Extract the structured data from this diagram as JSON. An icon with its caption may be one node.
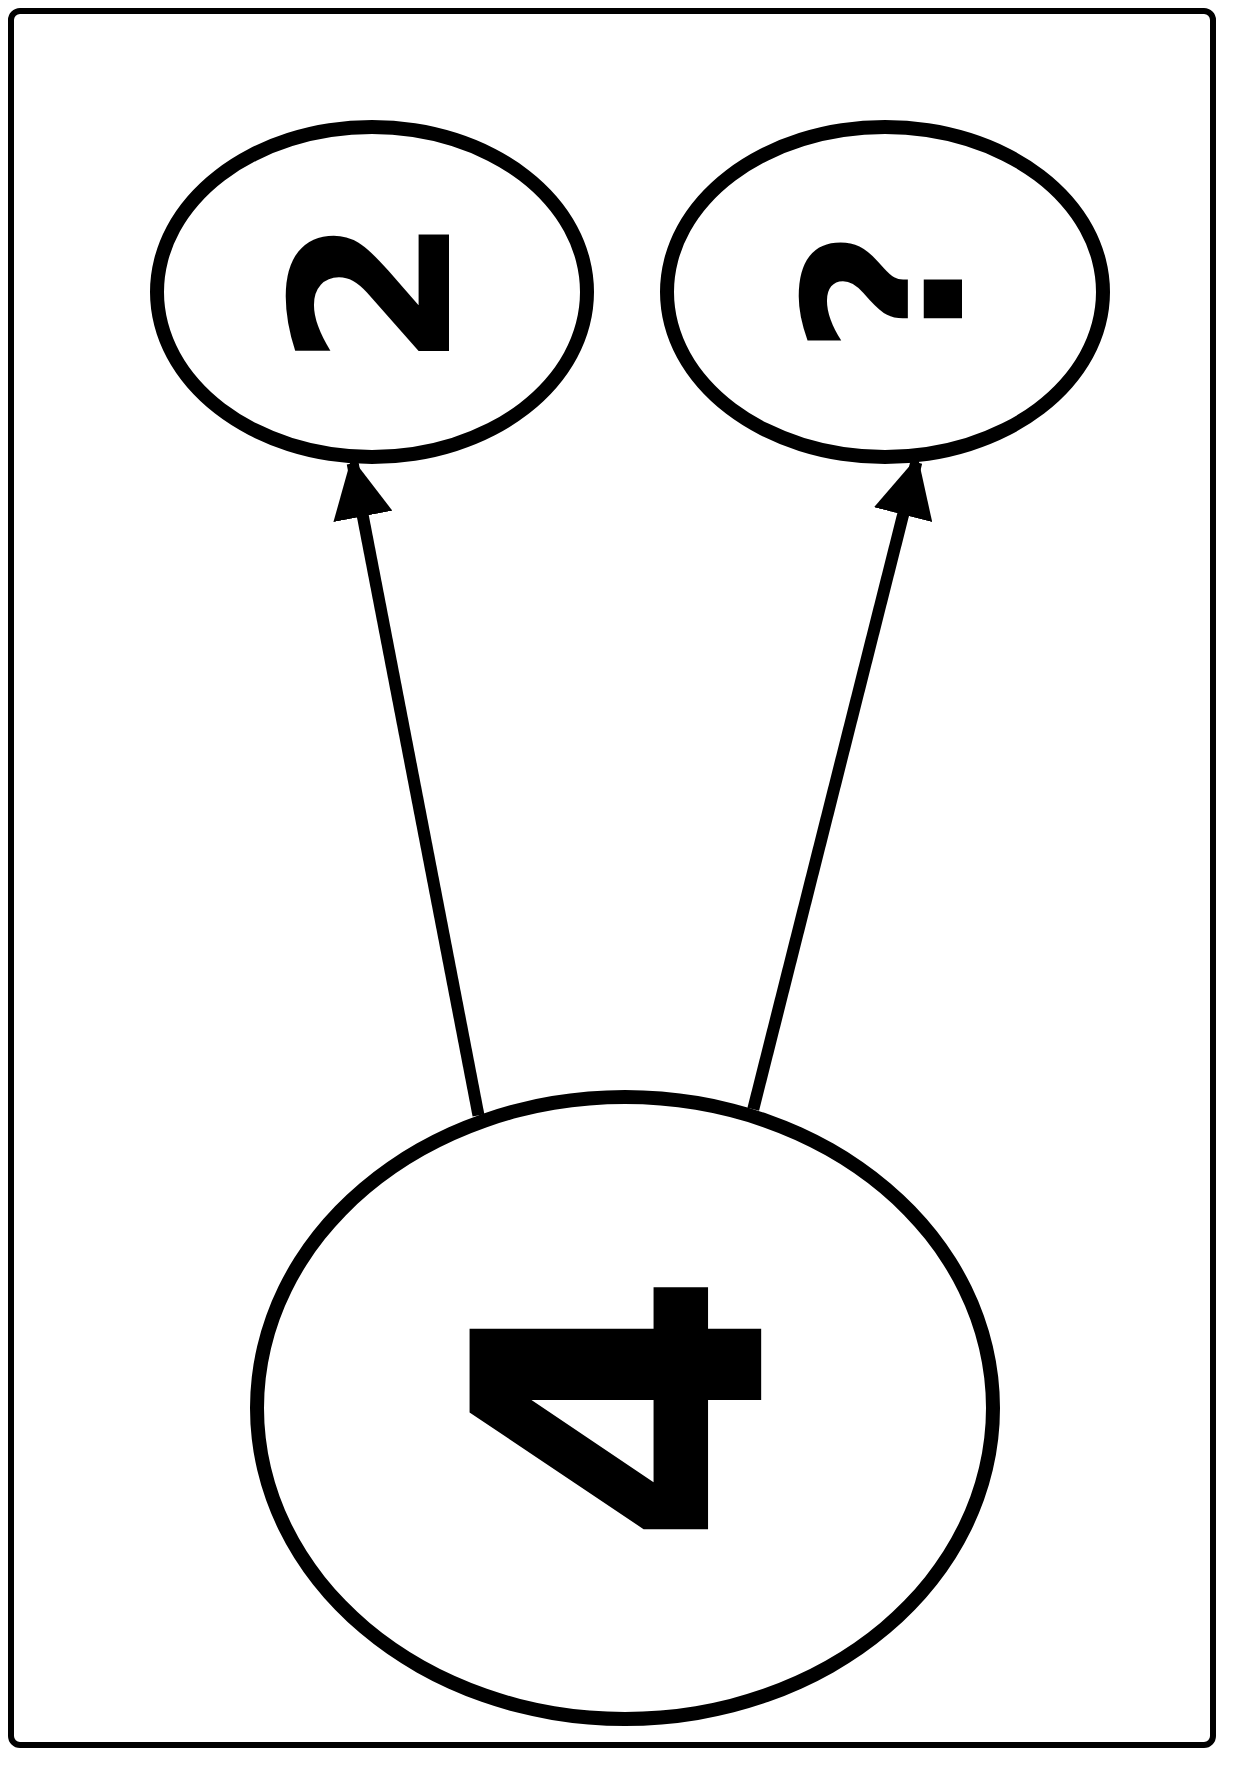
{
  "diagram": {
    "nodes": [
      {
        "text": [
          "2"
        ]
      },
      {
        "text": [
          "?"
        ]
      },
      {
        "text": [
          "4"
        ]
      }
    ],
    "edges": [
      {
        "from": 2,
        "to": 0,
        "arrow": "to"
      },
      {
        "from": 2,
        "to": 1,
        "arrow": "to"
      }
    ]
  }
}
